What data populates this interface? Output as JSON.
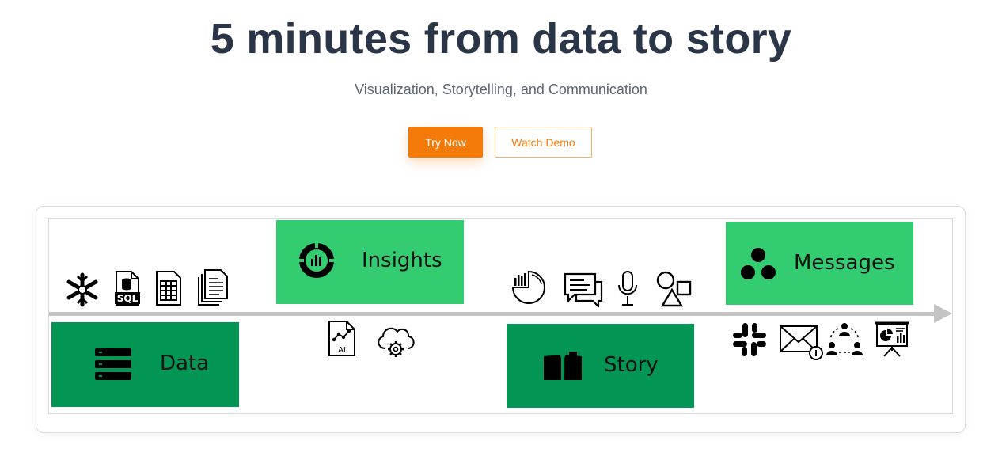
{
  "hero": {
    "title": "5 minutes from data to story",
    "subtitle": "Visualization, Storytelling, and Communication",
    "try_now": "Try Now",
    "watch_demo": "Watch Demo"
  },
  "colors": {
    "title": "#2a3547",
    "accent_orange": "#f47b0a",
    "green_light": "#33cc70",
    "green_dark": "#039554",
    "timeline": "#c4c4c4"
  },
  "diagram": {
    "stages": [
      {
        "label": "Data",
        "icon": "database-server-icon"
      },
      {
        "label": "Insights",
        "icon": "insights-ring-icon"
      },
      {
        "label": "Story",
        "icon": "open-book-icon"
      },
      {
        "label": "Messages",
        "icon": "three-dots-icon"
      }
    ],
    "data_icons": [
      "snowflake-icon",
      "sql-file-icon",
      "spreadsheet-icon",
      "documents-icon"
    ],
    "sql_text": "SQL",
    "insight_icons": [
      "ai-file-icon",
      "cloud-gear-icon"
    ],
    "ai_text": "AI",
    "story_icons": [
      "pie-chart-icon",
      "chat-bubbles-icon",
      "microphone-icon",
      "shapes-icon"
    ],
    "message_icons": [
      "slack-icon",
      "email-icon",
      "team-share-icon",
      "presentation-icon"
    ]
  }
}
